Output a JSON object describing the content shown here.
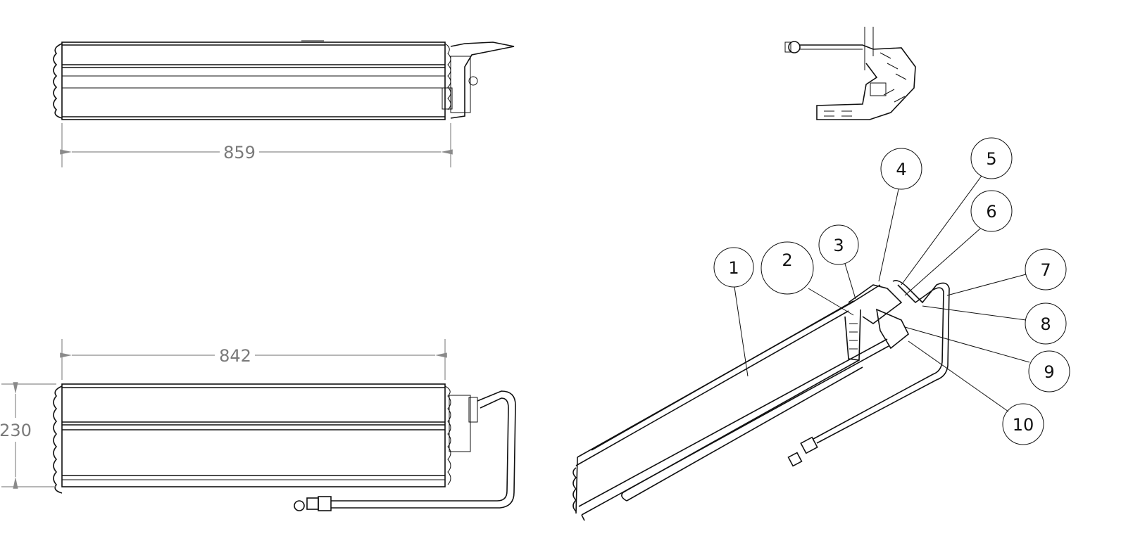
{
  "dimensions": {
    "top_view_length": "859",
    "front_view_length": "842",
    "front_view_height": "230"
  },
  "balloons": [
    "1",
    "2",
    "3",
    "4",
    "5",
    "6",
    "7",
    "8",
    "9",
    "10"
  ],
  "colors": {
    "line": "#111111",
    "dimension": "#7a7a7a"
  }
}
